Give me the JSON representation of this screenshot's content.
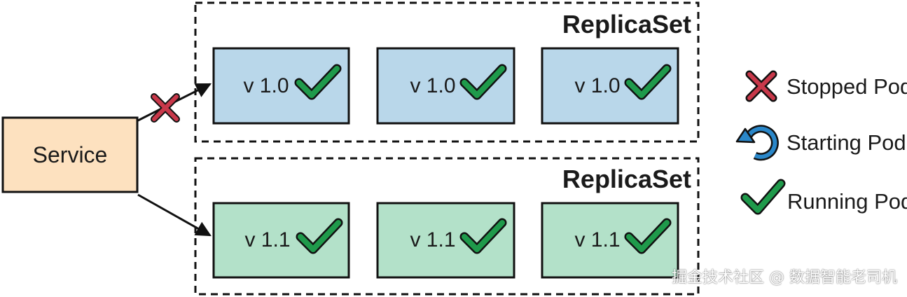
{
  "service": {
    "label": "Service",
    "fill": "#fde1bf"
  },
  "replicasets": [
    {
      "title": "ReplicaSet",
      "pod_fill": "#b9d7ea",
      "pods": [
        {
          "version": "v 1.0",
          "status": "running"
        },
        {
          "version": "v 1.0",
          "status": "running"
        },
        {
          "version": "v 1.0",
          "status": "running"
        }
      ]
    },
    {
      "title": "ReplicaSet",
      "pod_fill": "#b3e1c9",
      "pods": [
        {
          "version": "v 1.1",
          "status": "running"
        },
        {
          "version": "v 1.1",
          "status": "running"
        },
        {
          "version": "v 1.1",
          "status": "running"
        }
      ]
    }
  ],
  "connections": [
    {
      "target": "replicaset-1",
      "blocked": true
    },
    {
      "target": "replicaset-2",
      "blocked": false
    }
  ],
  "legend": [
    {
      "icon": "x-mark-icon",
      "label": "Stopped Pod"
    },
    {
      "icon": "refresh-icon",
      "label": "Starting Pod"
    },
    {
      "icon": "checkmark-icon",
      "label": "Running Pod"
    }
  ],
  "colors": {
    "check": "#1f9a4b",
    "cross": "#c8384a",
    "starting": "#2a87c9",
    "stroke": "#111111"
  },
  "watermark": "掘金技术社区 @ 数据智能老司机"
}
